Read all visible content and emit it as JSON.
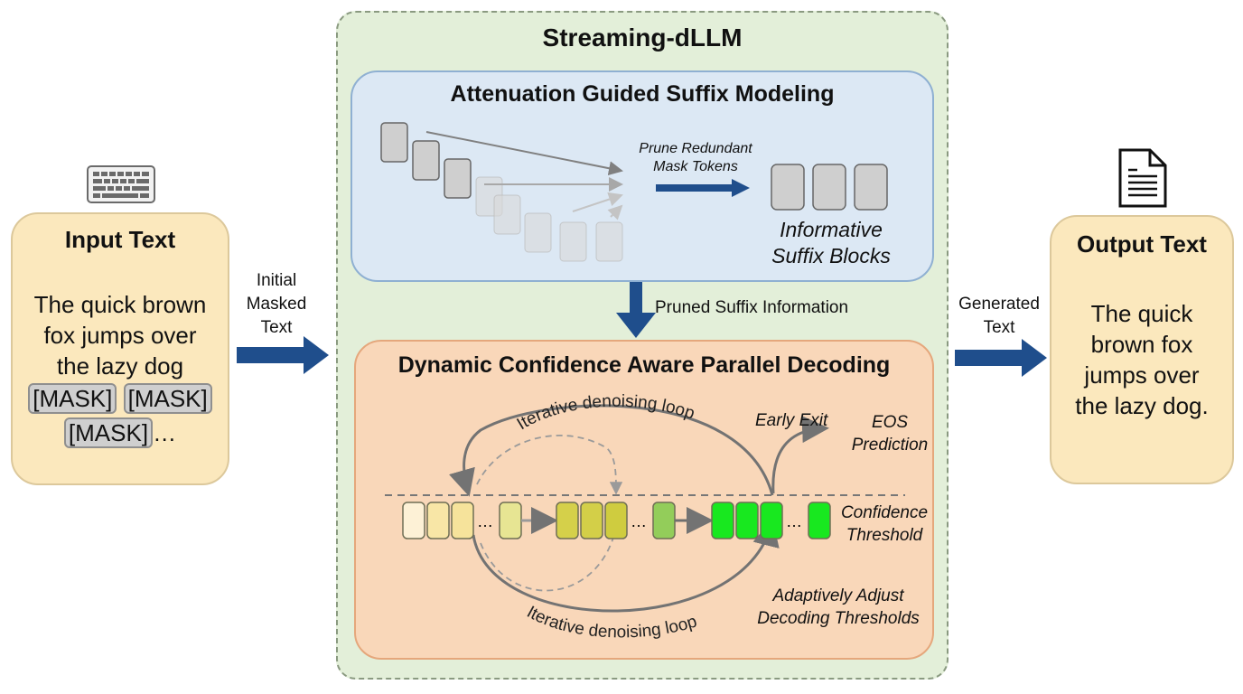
{
  "diagram_title": "Streaming-dLLM",
  "input": {
    "icon": "keyboard-icon",
    "title": "Input Text",
    "text_lines": [
      "The quick brown",
      "fox jumps over",
      "the lazy dog"
    ],
    "mask_token": "[MASK]",
    "ellipsis": "…"
  },
  "arrow_in_label": [
    "Initial",
    "Masked",
    "Text"
  ],
  "suffix_module": {
    "title": "Attenuation Guided Suffix Modeling",
    "prune_label": [
      "Prune Redundant",
      "Mask Tokens"
    ],
    "result_label": [
      "Informative",
      "Suffix Blocks"
    ]
  },
  "connector_label": "Pruned Suffix Information",
  "decoding_module": {
    "title": "Dynamic Confidence Aware Parallel Decoding",
    "loop_top_label": "Iterative denoising loop",
    "loop_bottom_label": "Iterative denoising loop",
    "early_exit_label": "Early Exit",
    "eos_label": [
      "EOS",
      "Prediction"
    ],
    "threshold_label": [
      "Confidence",
      "Threshold"
    ],
    "adjust_label": [
      "Adaptively Adjust",
      "Decoding Thresholds"
    ],
    "ellipsis": "…"
  },
  "arrow_out_label": [
    "Generated",
    "Text"
  ],
  "output": {
    "icon": "document-icon",
    "title": "Output Text",
    "text_lines": [
      "The quick",
      "brown fox",
      "jumps over",
      "the lazy dog."
    ]
  },
  "colors": {
    "arrow_blue": "#1f4e8c",
    "token_stage1": [
      "#fdf1d6",
      "#f8e6a6",
      "#f6e39b",
      "#e7e593"
    ],
    "token_stage2": [
      "#d5d04a",
      "#d3cf48",
      "#cfcc3f",
      "#93cd5a"
    ],
    "token_stage3": [
      "#18e81f",
      "#18e81f",
      "#18e81f",
      "#18e81f"
    ]
  }
}
